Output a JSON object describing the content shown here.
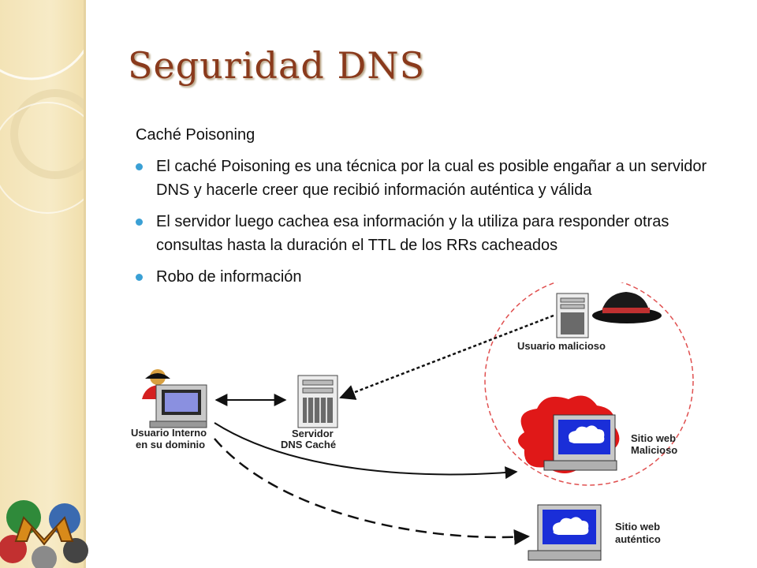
{
  "slide": {
    "title": "Seguridad DNS",
    "subtitle": "Caché Poisoning",
    "bullets": [
      "El caché Poisoning es una técnica por la cual es posible engañar a un servidor DNS y hacerle creer que recibió información auténtica y válida",
      "El servidor luego cachea esa información y la utiliza para responder otras consultas hasta la duración el TTL de los RRs cacheados",
      "Robo de información"
    ],
    "colors": {
      "title": "#8a3a1c",
      "bullet": "#3aa0d5",
      "side_band": "#f3e3b6",
      "danger_circle": "#e05050"
    }
  },
  "diagram": {
    "user": {
      "line1": "Usuario Interno",
      "line2": "en su dominio",
      "icon": "person-at-computer-icon"
    },
    "server": {
      "line1": "Servidor",
      "line2": "DNS Caché",
      "icon": "server-tower-icon"
    },
    "attacker": {
      "label": "Usuario malicioso",
      "icon": "black-hat-hacker-icon"
    },
    "malicious_site": {
      "line1": "Sitio web",
      "line2": "Malicioso",
      "icon": "monitor-red-cloud-icon"
    },
    "authentic_site": {
      "line1": "Sitio web",
      "line2": "auténtico",
      "icon": "monitor-icon"
    }
  }
}
